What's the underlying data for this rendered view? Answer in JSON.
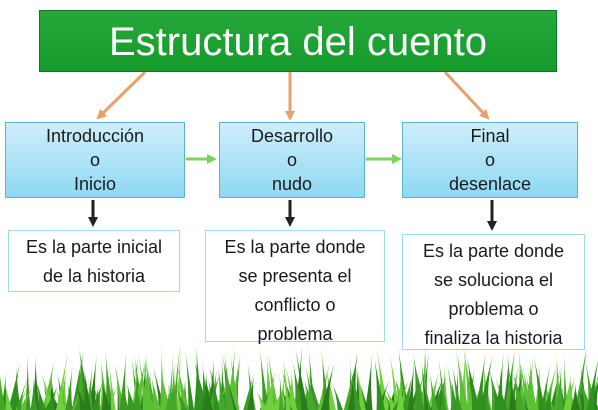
{
  "title": "Estructura del cuento",
  "stages": [
    {
      "lines": [
        "Introducción",
        "o",
        "Inicio"
      ],
      "description": [
        "Es la parte inicial",
        "de la historia"
      ]
    },
    {
      "lines": [
        "Desarrollo",
        "o",
        "nudo"
      ],
      "description": [
        "Es la parte donde",
        "se presenta el",
        "conflicto o",
        "problema"
      ]
    },
    {
      "lines": [
        "Final",
        "o",
        "desenlace"
      ],
      "description": [
        "Es la parte donde",
        "se soluciona el",
        "problema o",
        "finaliza la historia"
      ]
    }
  ],
  "colors": {
    "title_bg": "#1fa636",
    "stage_bg": "#a9e2f6",
    "title_arrow": "#e8a06a",
    "flow_arrow": "#7fd35a",
    "down_arrow": "#222222"
  }
}
